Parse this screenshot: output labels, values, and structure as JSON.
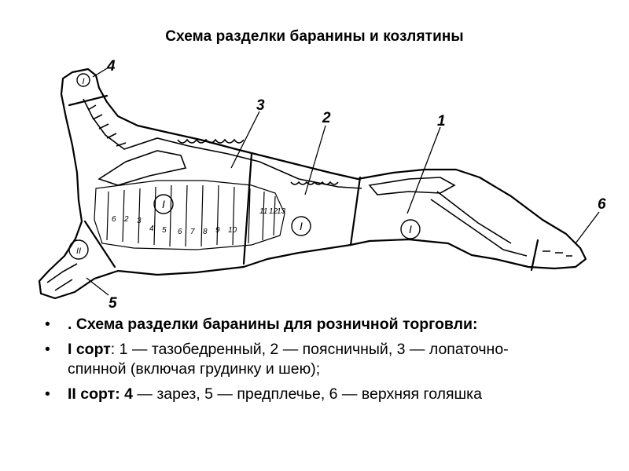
{
  "title": "Схема разделки баранины и козлятины",
  "diagram": {
    "callouts": [
      "1",
      "2",
      "3",
      "4",
      "5",
      "6"
    ],
    "grade_marks": [
      "I",
      "I",
      "I",
      "I",
      "II"
    ],
    "rib_numbers": [
      "6",
      "2",
      "3",
      "4",
      "5",
      "6",
      "7",
      "8",
      "9",
      "10",
      "11",
      "12",
      "13"
    ]
  },
  "bullets": [
    {
      "marker": "•",
      "text": ". Схема разделки баранины для розничной торговли:"
    },
    {
      "marker": "•",
      "label": "I сорт",
      "text": ": 1 — тазобедренный, 2 — поясничный, 3 — лопаточно-спинной (включая грудинку и шею);"
    },
    {
      "marker": "•",
      "label": "II сорт: 4",
      "text": " — зарез, 5 — предплечье, 6 — верхняя голяшка"
    }
  ]
}
